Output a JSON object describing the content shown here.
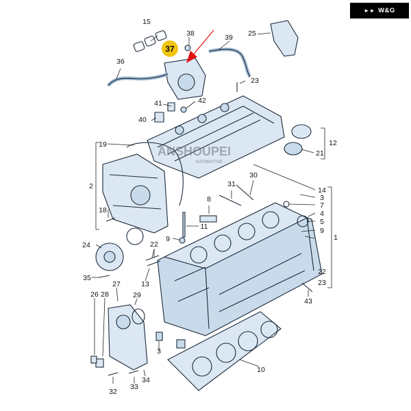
{
  "brand": {
    "badge_text": "W&G",
    "badge_mark_icon": "wing-logo-icon"
  },
  "watermark": {
    "text": "ANSHOUPEI",
    "sub": "AUTOMOTIVE"
  },
  "highlight": {
    "number": "37",
    "color": "#f1c40f",
    "arrow_color": "#e01010"
  },
  "callouts": [
    "15",
    "38",
    "39",
    "25",
    "37",
    "36",
    "23",
    "41",
    "42",
    "40",
    "12",
    "21",
    "19",
    "14",
    "3",
    "7",
    "4",
    "5",
    "9",
    "1",
    "31",
    "30",
    "8",
    "2",
    "18",
    "11",
    "9",
    "22",
    "24",
    "13",
    "35",
    "27",
    "22",
    "23",
    "43",
    "26",
    "28",
    "29",
    "3",
    "10",
    "32",
    "33",
    "34"
  ]
}
